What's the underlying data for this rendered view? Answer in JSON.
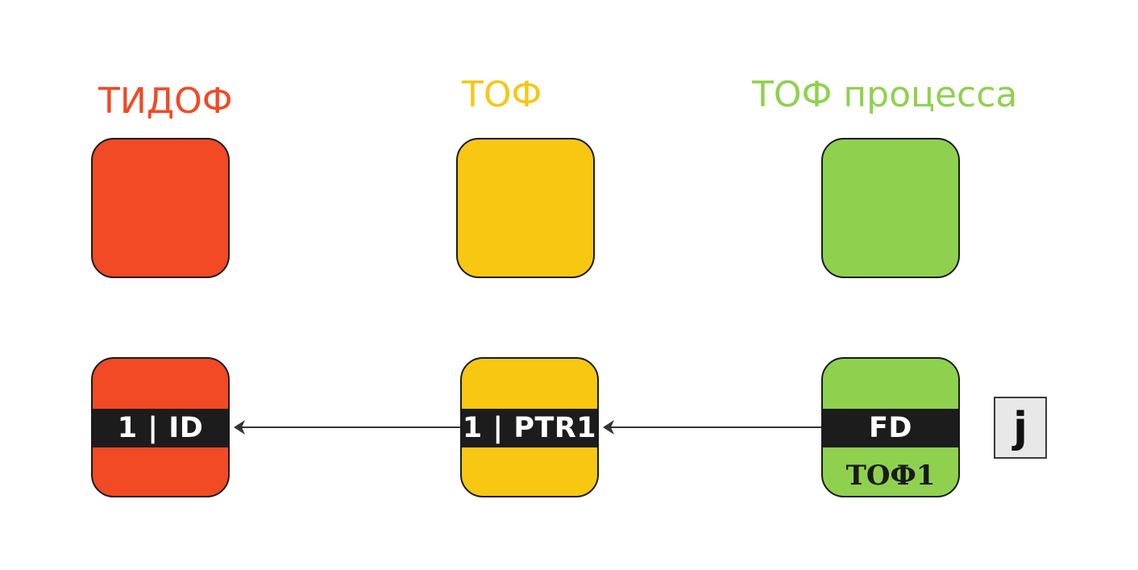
{
  "colors": {
    "red": "#f14a25",
    "yellow": "#f8c712",
    "green": "#8fd14f"
  },
  "headings": {
    "red": "ТИДОФ",
    "yellow": "ТОФ",
    "green": "ТОФ процесса"
  },
  "entries": {
    "red": "1 | ID",
    "yellow": "1 | PTR1",
    "green": "FD",
    "green_sub": "ТОФ1"
  },
  "side_label": "j"
}
